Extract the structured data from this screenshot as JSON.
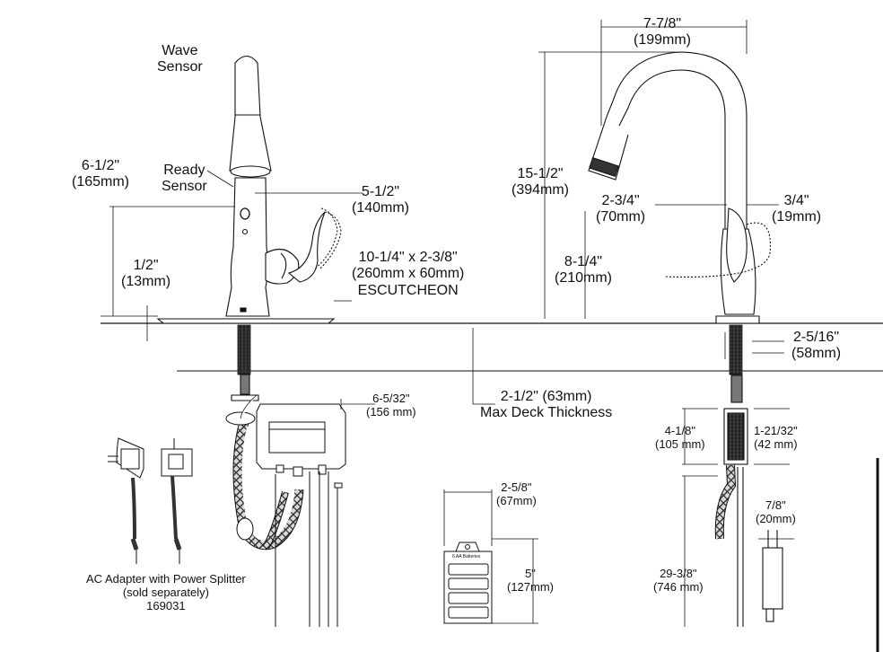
{
  "labels": {
    "wave_sensor": [
      "Wave",
      "Sensor"
    ],
    "ready_sensor": [
      "Ready",
      "Sensor"
    ],
    "height_6_1_2": [
      "6-1/2\"",
      "(165mm)"
    ],
    "reach_5_1_2": [
      "5-1/2\"",
      "(140mm)"
    ],
    "base_1_2": [
      "1/2\"",
      "(13mm)"
    ],
    "escutcheon": [
      "10-1/4\" x 2-3/8\"",
      "(260mm x 60mm)",
      "ESCUTCHEON"
    ],
    "width_7_7_8": [
      "7-7/8\"",
      "(199mm)"
    ],
    "height_15_1_2": [
      "15-1/2\"",
      "(394mm)"
    ],
    "dim_2_3_4": [
      "2-3/4\"",
      "(70mm)"
    ],
    "dim_3_4": [
      "3/4\"",
      "(19mm)"
    ],
    "height_8_1_4": [
      "8-1/4\"",
      "(210mm)"
    ],
    "shank_2_5_16": [
      "2-5/16\"",
      "(58mm)"
    ],
    "deck_thickness": [
      "2-1/2\" (63mm)",
      "Max Deck Thickness"
    ],
    "box_6_5_32": [
      "6-5/32\"",
      "(156 mm)"
    ],
    "dim_4_1_8": [
      "4-1/8\"",
      "(105 mm)"
    ],
    "dim_1_21_32": [
      "1-21/32\"",
      "(42 mm)"
    ],
    "battery_2_5_8": [
      "2-5/8\"",
      "(67mm)"
    ],
    "battery_5": [
      "5\"",
      "(127mm)"
    ],
    "dim_7_8": [
      "7/8\"",
      "(20mm)"
    ],
    "hose_29_3_8": [
      "29-3/8\"",
      "(746 mm)"
    ],
    "adapter": [
      "AC Adapter with Power Splitter",
      "(sold separately)",
      "169031"
    ],
    "battery_box_text": "6 AA Batteries"
  }
}
